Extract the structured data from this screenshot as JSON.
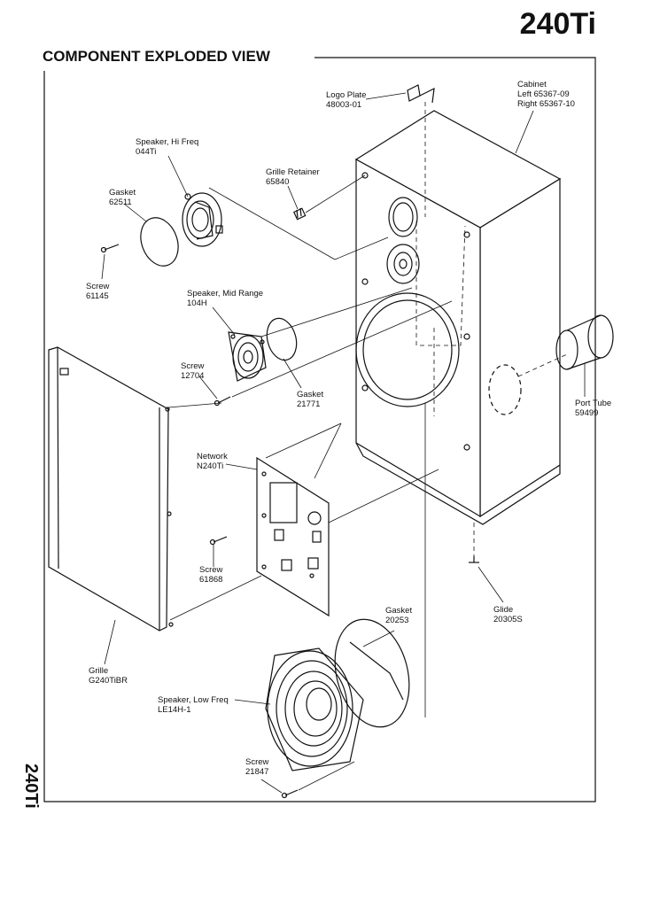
{
  "model": "240Ti",
  "view_title": "COMPONENT EXPLODED VIEW",
  "side_label": "240Ti",
  "parts": {
    "logo_plate": {
      "name": "Logo Plate",
      "number": "48003-01"
    },
    "cabinet": {
      "name": "Cabinet",
      "left": "Left 65367-09",
      "right": "Right 65367-10"
    },
    "speaker_hi": {
      "name": "Speaker, Hi Freq",
      "number": "044Ti"
    },
    "grille_retainer": {
      "name": "Grille Retainer",
      "number": "65840"
    },
    "gasket_hi": {
      "name": "Gasket",
      "number": "62511"
    },
    "screw_hi": {
      "name": "Screw",
      "number": "61145"
    },
    "speaker_mid": {
      "name": "Speaker, Mid Range",
      "number": "104H"
    },
    "screw_mid": {
      "name": "Screw",
      "number": "12704"
    },
    "gasket_mid": {
      "name": "Gasket",
      "number": "21771"
    },
    "port_tube": {
      "name": "Port Tube",
      "number": "59499"
    },
    "network": {
      "name": "Network",
      "number": "N240Ti"
    },
    "screw_network": {
      "name": "Screw",
      "number": "61868"
    },
    "glide": {
      "name": "Glide",
      "number": "20305S"
    },
    "gasket_low": {
      "name": "Gasket",
      "number": "20253"
    },
    "grille": {
      "name": "Grille",
      "number": "G240TiBR"
    },
    "speaker_low": {
      "name": "Speaker, Low Freq",
      "number": "LE14H-1"
    },
    "screw_low": {
      "name": "Screw",
      "number": "21847"
    }
  }
}
